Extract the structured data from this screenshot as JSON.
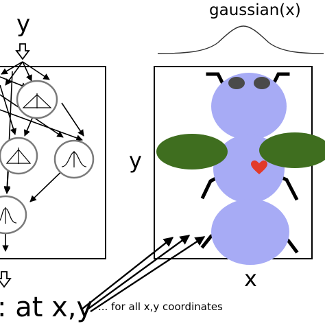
{
  "labels": {
    "input_y": "y",
    "gaussian": "gaussian(x)",
    "axis_y": "y",
    "axis_x": "x",
    "at_xy": ": at x,y",
    "note": "... for all x,y coordinates"
  },
  "colors": {
    "fly_body": "#a7abf5",
    "wing": "#3f6e1f",
    "heart": "#e23a2a",
    "eye": "#4a4a4a",
    "line": "#000000",
    "node_fill": "#ffffff",
    "node_stroke": "#7a7a7a"
  },
  "icons": {
    "input_arrow": "hollow-down-arrow",
    "output_arrow": "hollow-down-arrow",
    "heart": "heart-icon"
  }
}
